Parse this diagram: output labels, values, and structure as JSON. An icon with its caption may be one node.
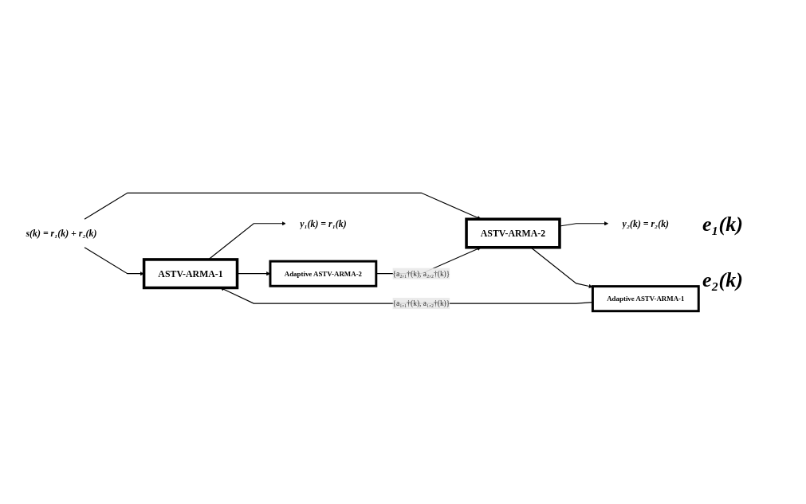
{
  "diagram": {
    "nodes": [
      {
        "text": [
          "s(k) = r₁(k) + r₂(k)"
        ]
      },
      {
        "text": [
          "ASTV-ARMA-1"
        ]
      },
      {
        "text": [
          "ASTV-ARMA-2"
        ]
      },
      {
        "text": [
          "Adaptive ASTV-ARMA-1"
        ]
      },
      {
        "text": [
          "Adaptive ASTV-ARMA-2"
        ]
      },
      {
        "text": [
          "y₁(k) = r₁(k)"
        ]
      },
      {
        "text": [
          "y₂(k) = r₂(k)"
        ]
      }
    ],
    "edges": [
      {
        "from": 0,
        "to": 1,
        "arrow": "to"
      },
      {
        "from": 0,
        "to": 2,
        "arrow": "to"
      },
      {
        "from": 1,
        "to": 5,
        "arrow": "to"
      },
      {
        "from": 2,
        "to": 6,
        "arrow": "to"
      },
      {
        "from": 1,
        "to": 4,
        "arrow": "to"
      },
      {
        "from": 2,
        "to": 3,
        "arrow": "to"
      },
      {
        "from": 3,
        "to": 1,
        "arrow": "to",
        "label": "{a₁,₁†(k), a₁,₂†(k)}"
      },
      {
        "from": 4,
        "to": 2,
        "arrow": "to",
        "label": "{a₂,₁†(k), a₂,₂†(k)}"
      }
    ],
    "labels": [
      "e₁(k)",
      "e₂(k)"
    ]
  }
}
